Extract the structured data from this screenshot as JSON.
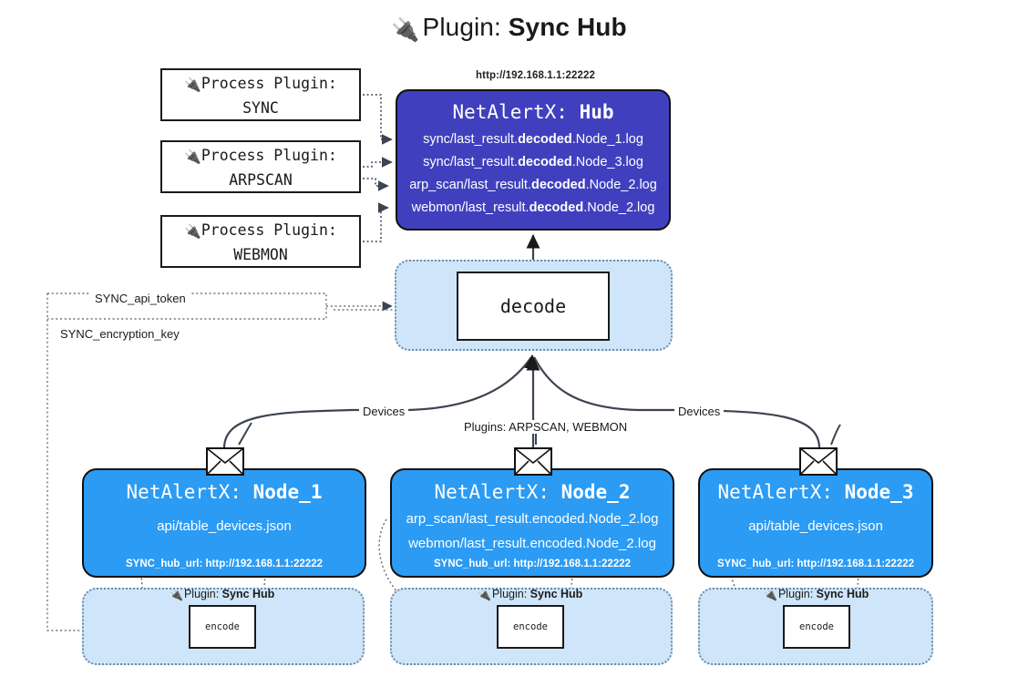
{
  "title": {
    "icon": "plug-icon",
    "lead": "Plugin: ",
    "strong": "Sync Hub"
  },
  "process_plugins": [
    {
      "icon": "plug-icon",
      "line1": "Process Plugin:",
      "line2": "SYNC"
    },
    {
      "icon": "plug-icon",
      "line1": "Process Plugin:",
      "line2": "ARPSCAN"
    },
    {
      "icon": "plug-icon",
      "line1": "Process Plugin:",
      "line2": "WEBMON"
    }
  ],
  "hub": {
    "url": "http://192.168.1.1:22222",
    "title_prefix": "NetAlertX: ",
    "title_name": "Hub",
    "logs": [
      {
        "pre": "sync/last_result.",
        "mid": "decoded",
        "post": ".Node_1.log"
      },
      {
        "pre": "sync/last_result.",
        "mid": "decoded",
        "post": ".Node_3.log"
      },
      {
        "pre": "arp_scan/last_result.",
        "mid": "decoded",
        "post": ".Node_2.log"
      },
      {
        "pre": "webmon/last_result.",
        "mid": "decoded",
        "post": ".Node_2.log"
      }
    ]
  },
  "decode": {
    "label": "decode"
  },
  "edge_labels": {
    "devices_left": "Devices",
    "devices_right": "Devices",
    "plugins": "Plugins: ARPSCAN, WEBMON",
    "api_token": "SYNC_api_token",
    "encryption_key": "SYNC_encryption_key"
  },
  "nodes": [
    {
      "icon": "envelope-icon",
      "title_prefix": "NetAlertX: ",
      "title_name": "Node_1",
      "lines": [
        "api/table_devices.json"
      ],
      "hub_url_label": "SYNC_hub_url: http://192.168.1.1:22222"
    },
    {
      "icon": "envelope-icon",
      "title_prefix": "NetAlertX: ",
      "title_name": "Node_2",
      "lines": [
        "arp_scan/last_result.encoded.Node_2.log",
        "webmon/last_result.encoded.Node_2.log"
      ],
      "hub_url_label": "SYNC_hub_url: http://192.168.1.1:22222"
    },
    {
      "icon": "envelope-icon",
      "title_prefix": "NetAlertX: ",
      "title_name": "Node_3",
      "lines": [
        "api/table_devices.json"
      ],
      "hub_url_label": "SYNC_hub_url: http://192.168.1.1:22222"
    }
  ],
  "node_plugins": [
    {
      "icon": "plug-icon",
      "lead": "Plugin: ",
      "strong": "Sync Hub",
      "box": "encode"
    },
    {
      "icon": "plug-icon",
      "lead": "Plugin: ",
      "strong": "Sync Hub",
      "box": "encode"
    },
    {
      "icon": "plug-icon",
      "lead": "Plugin: ",
      "strong": "Sync Hub",
      "box": "encode"
    }
  ],
  "colors": {
    "hub": "#4040bf",
    "node": "#2b9bf4",
    "plugin_container": "#cfe6fa",
    "stroke": "#1a1a1a",
    "dotted": "#6f8aa8"
  }
}
